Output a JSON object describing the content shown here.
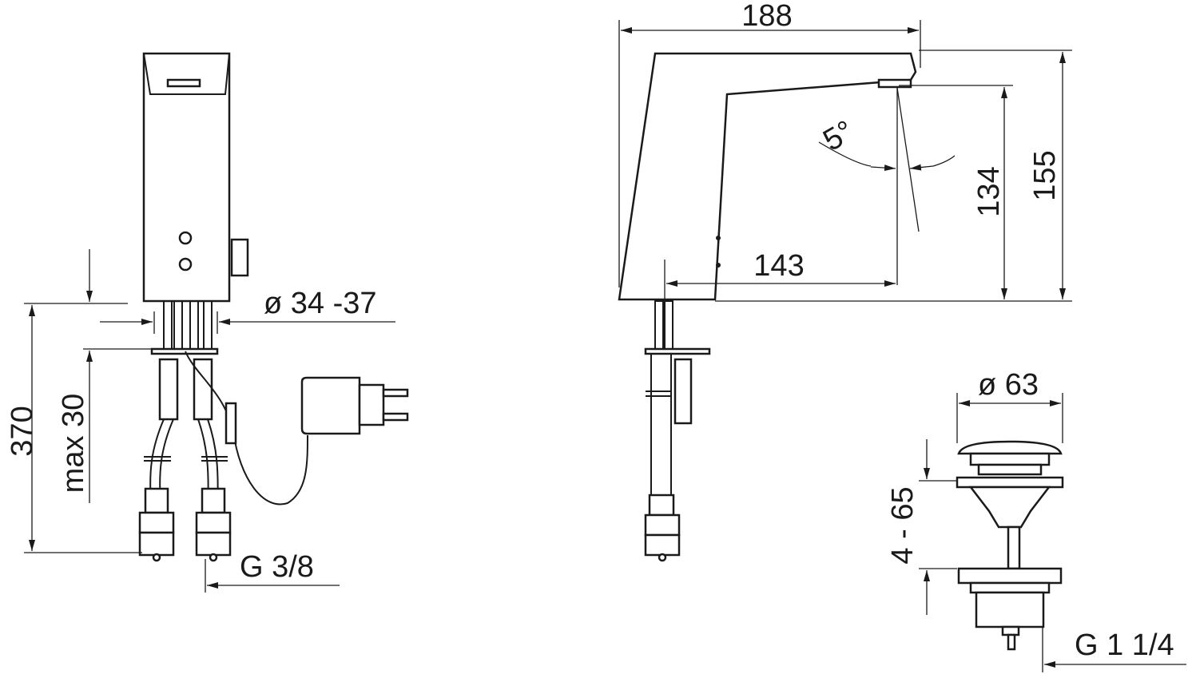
{
  "drawing": {
    "side_view": {
      "dim_height_total": "370",
      "dim_max_thickness": "max 30",
      "dim_hole_diameter": "ø 34 -37",
      "dim_connection": "G 3/8"
    },
    "front_view": {
      "dim_length": "188",
      "dim_height": "155",
      "dim_outlet_height": "134",
      "dim_reach": "143",
      "dim_angle": "5°"
    },
    "drain": {
      "dim_diameter": "ø 63",
      "dim_adjust": "4 - 65",
      "dim_thread": "G 1 1/4"
    },
    "line_color": "#1a1a1a"
  }
}
